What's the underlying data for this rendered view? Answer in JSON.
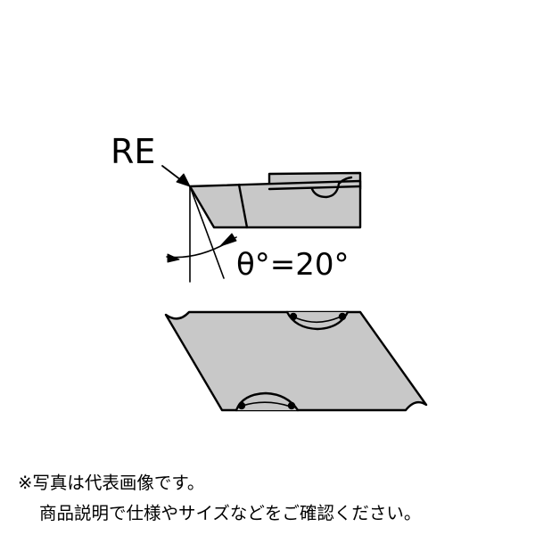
{
  "diagram": {
    "corner_radius_label": "RE",
    "angle_label": "θ°=20°"
  },
  "colors": {
    "insert_fill": "#c8c8c8",
    "stroke": "#000000",
    "background": "#ffffff"
  },
  "notes": {
    "line1": "※写真は代表画像です。",
    "line2": "商品説明で仕様やサイズなどをご確認ください。"
  }
}
